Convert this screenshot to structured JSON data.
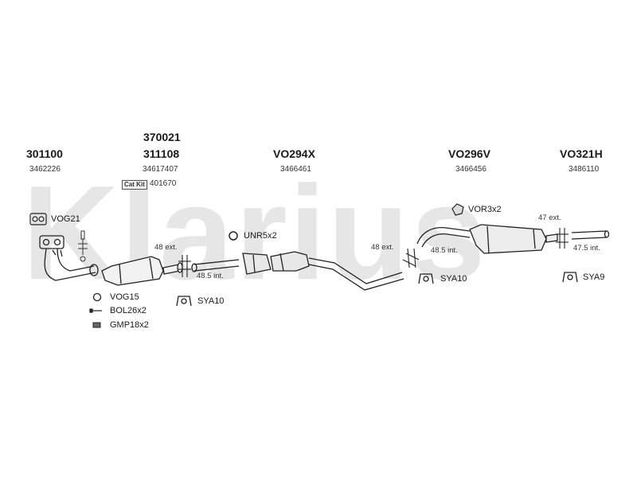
{
  "watermark": "Klarius",
  "columns": [
    {
      "code": "301100",
      "ref": "3462226"
    },
    {
      "code_top": "370021",
      "code": "311108",
      "ref": "34617407"
    },
    {
      "code": "VO294X",
      "ref": "3466461"
    },
    {
      "code": "VO296V",
      "ref": "3466456"
    },
    {
      "code": "VO321H",
      "ref": "3486110"
    }
  ],
  "catkit": {
    "badge": "Cat Kit",
    "ref": "401670"
  },
  "parts": {
    "vog21": "VOG21",
    "vog15": "VOG15",
    "bol": "BOL26x2",
    "gmp": "GMP18x2",
    "unr": "UNR5x2",
    "sya10_a": "SYA10",
    "sya10_b": "SYA10",
    "vor": "VOR3x2",
    "sya9": "SYA9"
  },
  "dims": {
    "ext48_a": "48 ext.",
    "int485_a": "48.5 int.",
    "ext48_b": "48 ext.",
    "int485_b": "48.5 int.",
    "ext47": "47 ext.",
    "int475": "47.5 int."
  }
}
